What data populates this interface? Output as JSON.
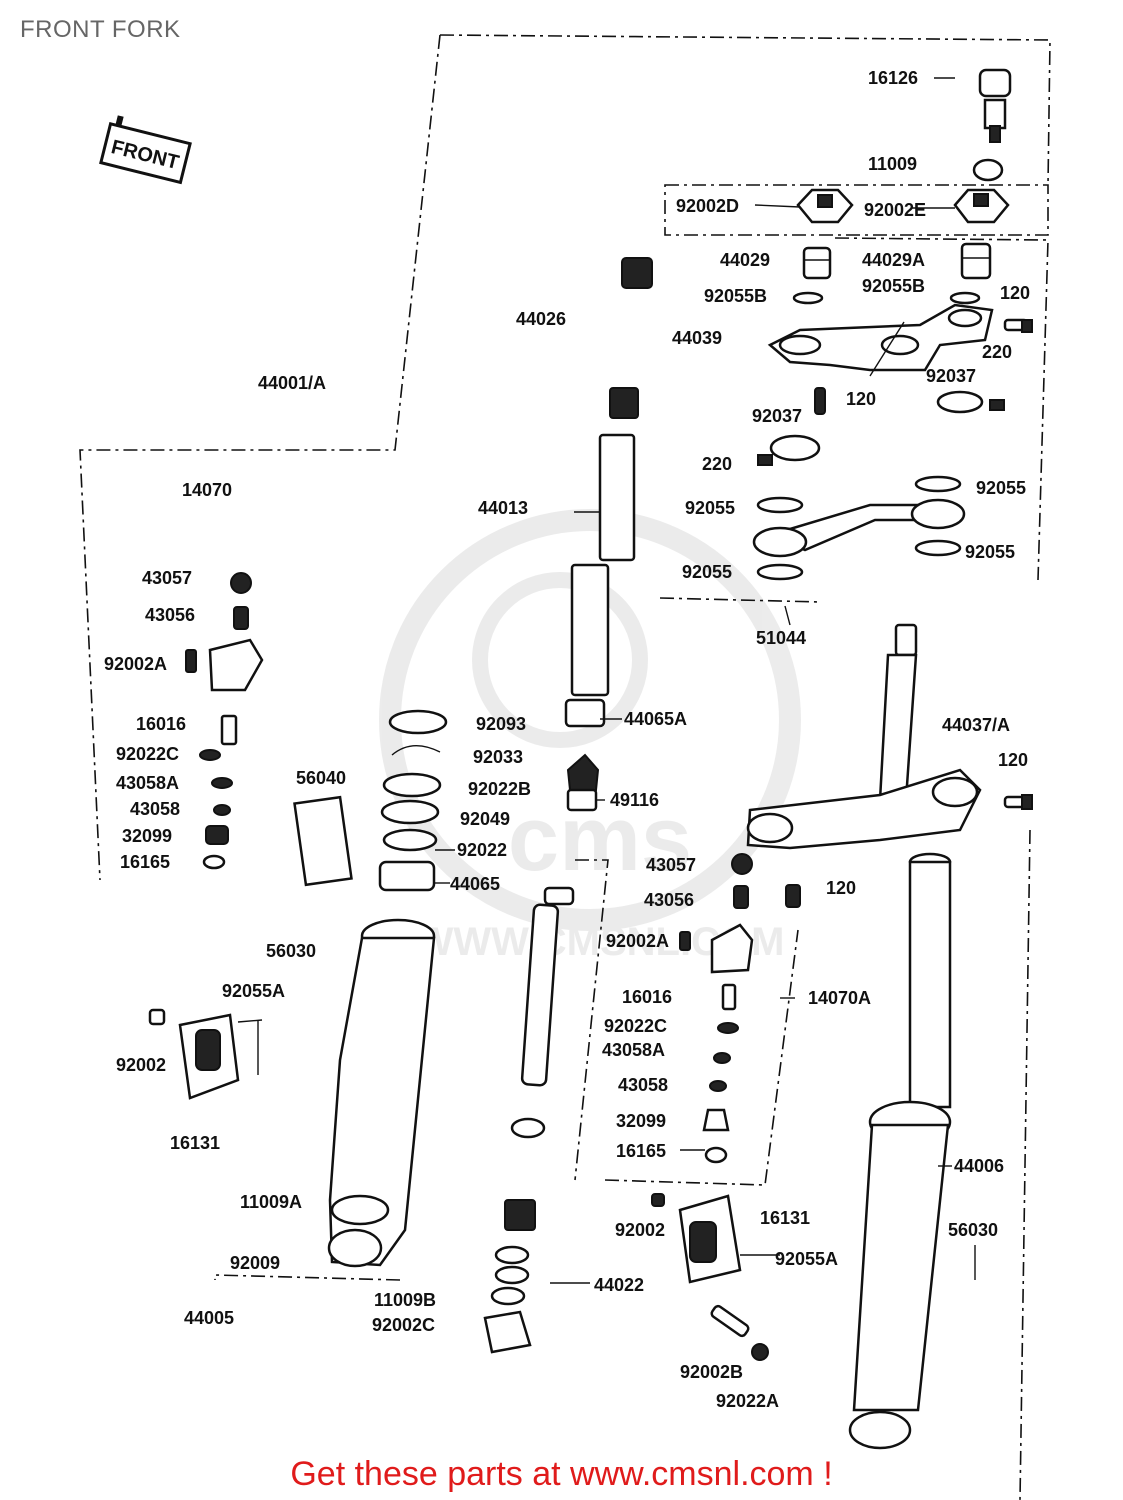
{
  "page_title": "FRONT FORK",
  "front_sign": "FRONT",
  "watermark_url": "WWW.CMSNL.COM",
  "footer_cta": "Get these parts at www.cmsnl.com !",
  "colors": {
    "cta_red": "#e01b1b",
    "title_gray": "#666666",
    "ink": "#111111",
    "watermark": "#dcdcdc"
  },
  "part_labels": [
    "16126",
    "11009",
    "92002D",
    "92002E",
    "44029",
    "44029A",
    "92055B",
    "92055B",
    "120",
    "44026",
    "44039",
    "220",
    "92037",
    "44001/A",
    "120",
    "92037",
    "220",
    "14070",
    "44013",
    "92055",
    "92055",
    "92055",
    "92055",
    "51044",
    "43057",
    "43056",
    "92002A",
    "16016",
    "92022C",
    "43058A",
    "43058",
    "32099",
    "16165",
    "92093",
    "44065A",
    "44037/A",
    "120",
    "92033",
    "92022B",
    "49116",
    "56040",
    "92049",
    "92022",
    "43057",
    "120",
    "44065",
    "43056",
    "56030",
    "92002A",
    "16016",
    "14070A",
    "92055A",
    "92022C",
    "43058A",
    "92002",
    "43058",
    "32099",
    "16165",
    "16131",
    "44006",
    "11009A",
    "16131",
    "92002",
    "56030",
    "92055A",
    "92009",
    "44022",
    "11009B",
    "44005",
    "92002C",
    "92002B",
    "92022A"
  ]
}
